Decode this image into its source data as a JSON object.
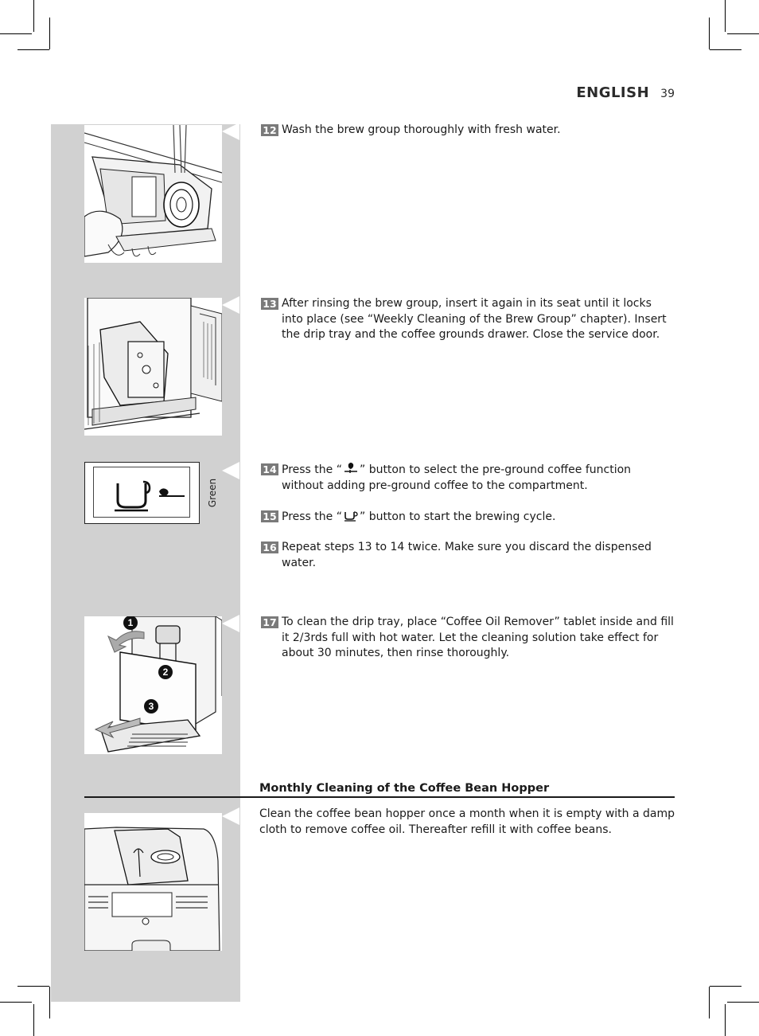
{
  "header": {
    "language": "ENGLISH",
    "page_number": "39"
  },
  "side_label": "Green",
  "steps": [
    {
      "num": "12",
      "text": "Wash the brew group thoroughly with fresh water."
    },
    {
      "num": "13",
      "text": "After rinsing the brew group, insert it again in its seat until it locks into place (see “Weekly Cleaning of the Brew Group” chapter). Insert the drip tray and the coffee grounds drawer. Close the service door."
    },
    {
      "num": "14",
      "pre": "Press the “",
      "post": "” button to select the pre-ground coffee function without adding pre-ground coffee to the compartment."
    },
    {
      "num": "15",
      "pre": "Press the “",
      "post": "” button to start the brewing cycle."
    },
    {
      "num": "16",
      "text": "Repeat steps 13 to 14 twice. Make sure you discard the dispensed water."
    },
    {
      "num": "17",
      "text": "To clean the drip tray, place “Coffee Oil Remover” tablet inside and fill it 2/3rds full with hot water. Let the cleaning solution take effect for about 30 minutes, then rinse thoroughly."
    }
  ],
  "callouts": [
    "1",
    "2",
    "3"
  ],
  "section": {
    "title": "Monthly Cleaning of the Coffee Bean Hopper",
    "body": "Clean the coffee bean hopper once a month when it is empty with a damp cloth to remove coffee oil. Thereafter refill it with coffee beans."
  },
  "icons": {
    "preground": "pre-ground-coffee-icon",
    "brew": "espresso-cup-icon"
  },
  "colors": {
    "panel": "#d1d1d1",
    "badge": "#7a7a7a"
  }
}
